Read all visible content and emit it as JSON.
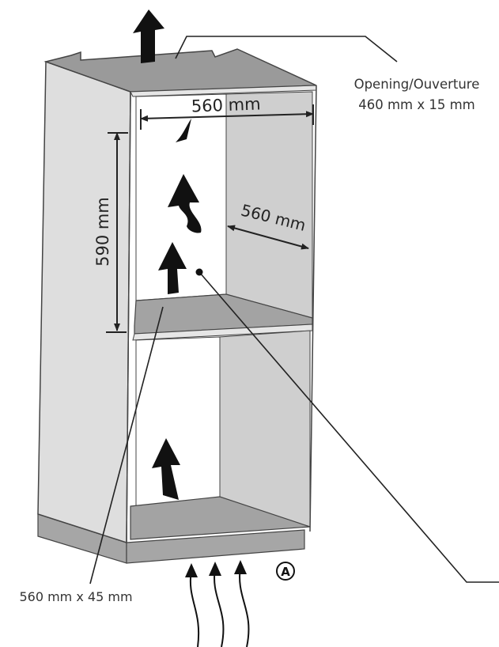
{
  "labels": {
    "opening_line1": "Opening/Ouverture",
    "opening_line2": "460 mm x 15 mm",
    "width_top": "560 mm",
    "height": "590 mm",
    "depth": "560 mm",
    "bottom_vent": "560 mm x 45 mm",
    "marker": "A"
  },
  "colors": {
    "side_panel": "#dedede",
    "top_panel": "#9a9a9a",
    "interior_side": "#cfcfcf",
    "shelf": "#a3a3a3",
    "plinth": "#a6a6a6",
    "arrow": "#111111",
    "outline": "#333333"
  },
  "icons": [
    "airflow-arrow-icon",
    "circle-a-marker-icon"
  ]
}
